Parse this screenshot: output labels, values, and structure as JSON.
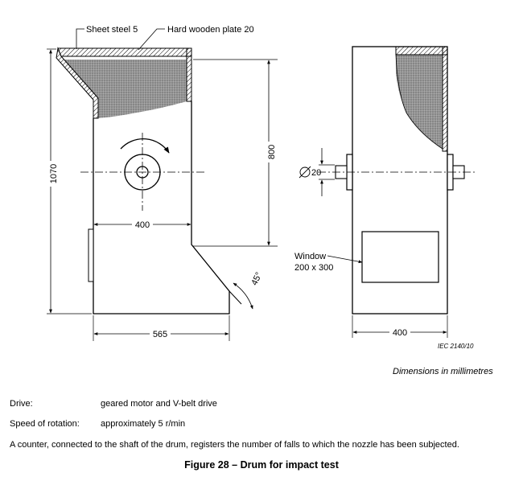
{
  "figure": {
    "labels": {
      "sheet_steel": "Sheet steel  5",
      "hard_wooden_plate": "Hard wooden plate  20",
      "dim_1070": "1070",
      "dim_800": "800",
      "dim_400_front": "400",
      "dim_565": "565",
      "dim_45": "45°",
      "dim_diameter_20": "20",
      "window_label": "Window",
      "window_size": "200 x 300",
      "dim_400_side": "400",
      "iec_ref": "IEC  2140/10"
    },
    "dimensions_note": "Dimensions in millimetres",
    "caption": "Figure 28 – Drum for impact test"
  },
  "specs": [
    {
      "label": "Drive:",
      "value": "geared motor and V-belt drive"
    },
    {
      "label": "Speed of rotation:",
      "value": "approximately 5 r/min"
    }
  ],
  "counter_note": "A counter, connected to the shaft of the drum, registers the number of falls to which the nozzle has been subjected."
}
